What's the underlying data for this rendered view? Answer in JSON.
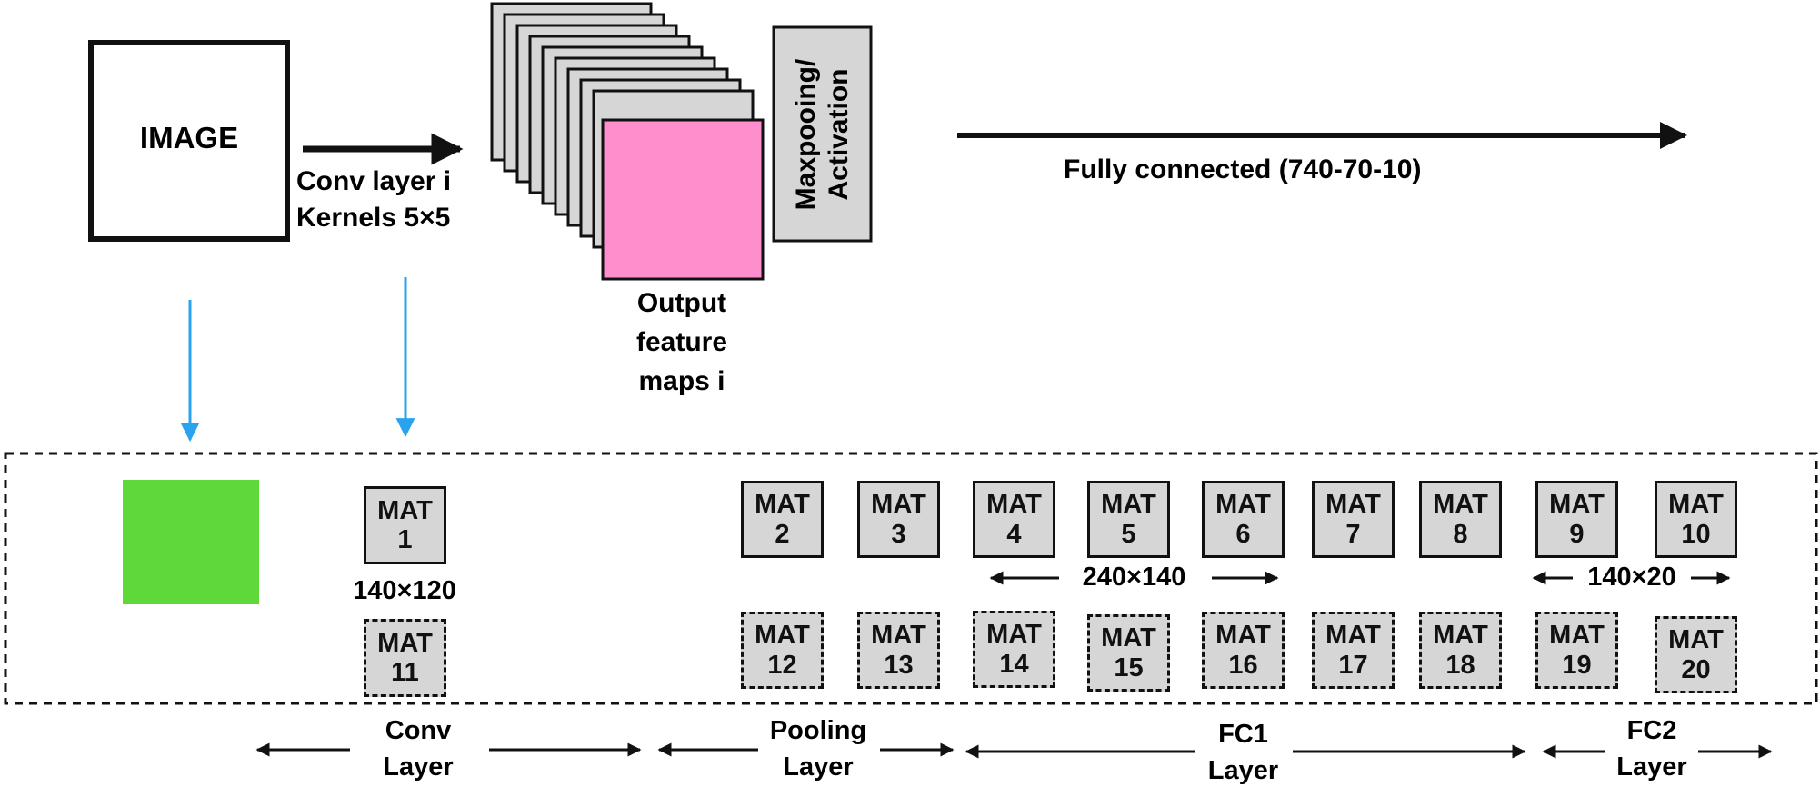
{
  "top": {
    "image_label": "IMAGE",
    "conv_label_line1": "Conv layer i",
    "conv_label_line2": "Kernels 5×5",
    "maxpool_label_line1": "Maxpooing/",
    "maxpool_label_line2": "Activation",
    "output_label_line1": "Output",
    "output_label_line2": "feature",
    "output_label_line3": "maps i",
    "fc_label": "Fully connected (740-70-10)"
  },
  "mats_row1": [
    {
      "line1": "MAT",
      "line2": "1"
    },
    {
      "line1": "MAT",
      "line2": "2"
    },
    {
      "line1": "MAT",
      "line2": "3"
    },
    {
      "line1": "MAT",
      "line2": "4"
    },
    {
      "line1": "MAT",
      "line2": "5"
    },
    {
      "line1": "MAT",
      "line2": "6"
    },
    {
      "line1": "MAT",
      "line2": "7"
    },
    {
      "line1": "MAT",
      "line2": "8"
    },
    {
      "line1": "MAT",
      "line2": "9"
    },
    {
      "line1": "MAT",
      "line2": "10"
    }
  ],
  "mats_row2": [
    {
      "line1": "MAT",
      "line2": "11"
    },
    {
      "line1": "MAT",
      "line2": "12"
    },
    {
      "line1": "MAT",
      "line2": "13"
    },
    {
      "line1": "MAT",
      "line2": "14"
    },
    {
      "line1": "MAT",
      "line2": "15"
    },
    {
      "line1": "MAT",
      "line2": "16"
    },
    {
      "line1": "MAT",
      "line2": "17"
    },
    {
      "line1": "MAT",
      "line2": "18"
    },
    {
      "line1": "MAT",
      "line2": "19"
    },
    {
      "line1": "MAT",
      "line2": "20"
    }
  ],
  "dims": {
    "mat1": "140×120",
    "mid": "240×140",
    "right": "140×20"
  },
  "layers": [
    {
      "line1": "Conv",
      "line2": "Layer"
    },
    {
      "line1": "Pooling",
      "line2": "Layer"
    },
    {
      "line1": "FC1",
      "line2": "Layer"
    },
    {
      "line1": "FC2",
      "line2": "Layer"
    }
  ],
  "colors": {
    "output_map": "#ff8fcc",
    "image_patch": "#5fd83a",
    "stack_layer": "#d6d6d6",
    "mat_fill": "#d6d6d6",
    "blue_arrow": "#29a3ee"
  }
}
